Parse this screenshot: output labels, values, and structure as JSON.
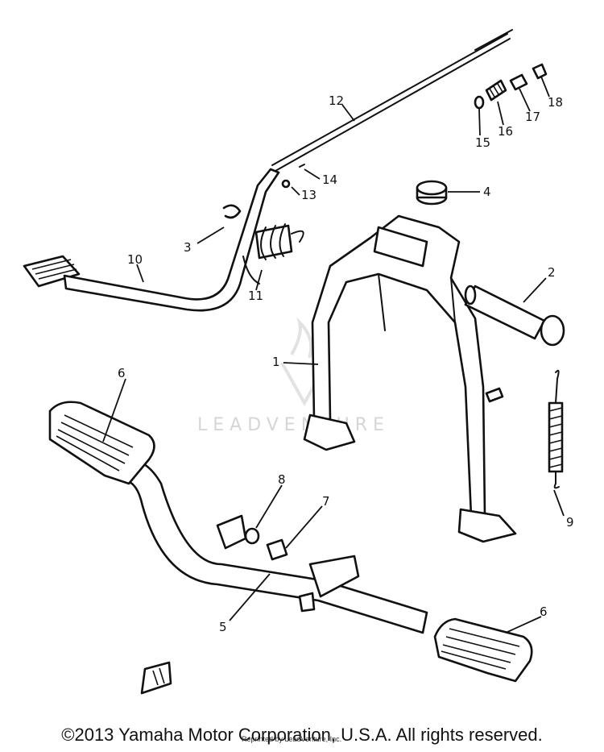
{
  "diagram": {
    "callouts": [
      "1",
      "2",
      "3",
      "4",
      "5",
      "6",
      "6",
      "7",
      "8",
      "9",
      "10",
      "11",
      "12",
      "13",
      "14",
      "15",
      "16",
      "17",
      "18"
    ],
    "watermark": "LEADVENTURE"
  },
  "footer": {
    "copyright": "©2013 Yamaha Motor Corporation, U.S.A. All rights reserved.",
    "small_note": "Reprinted by LeadVenture, Inc."
  }
}
